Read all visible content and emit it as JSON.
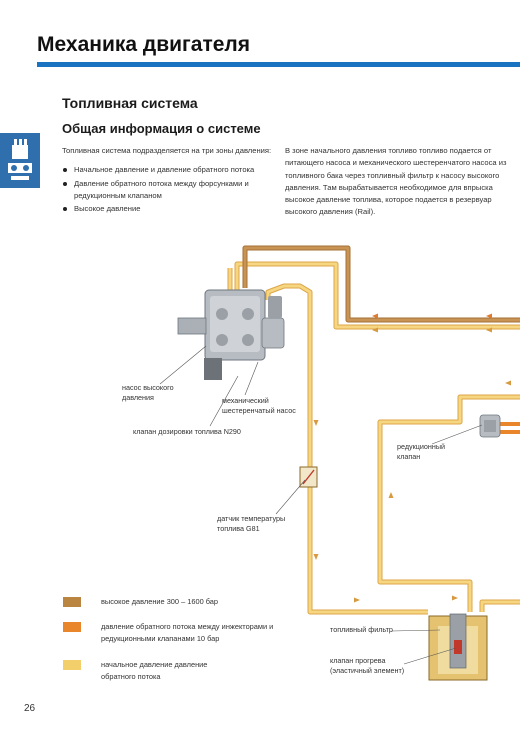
{
  "header": {
    "title": "Механика двигателя"
  },
  "section": {
    "title": "Топливная система",
    "subtitle": "Общая информация о системе"
  },
  "intro": {
    "lead": "Топливная система подразделяется на три зоны давления:",
    "bullets": [
      "Начальное давление и давление обратного потока",
      "Давление обратного потока между форсунками и редукционным клапаном",
      "Высокое давление"
    ]
  },
  "right_text": "В зоне начального давления топливо топливо подается от питающего насоса и механического шестеренчатого насоса из топливного бака через топливный фильтр к насосу высокого давления. Там вырабатывается необходимое для впрыска высокое давление топлива, которое подается в резервуар высокого давления (Rail).",
  "labels": {
    "hp_pump": "насос высокого давления",
    "gear_pump": "механический шестеренчатый насос",
    "metering_valve": "клапан дозировки топлива N290",
    "temp_sensor": "датчик температуры топлива G81",
    "reducer_valve": "редукционный клапан",
    "fuel_filter": "топливный фильтр",
    "warmup_valve": "клапан прогрева (эластичный элемент)"
  },
  "legend": [
    {
      "color": "#b98541",
      "text": "высокое давление 300 – 1600 бар"
    },
    {
      "color": "#e9852a",
      "text": "давление обратного потока между инжекторами и редукционными клапанами 10 бар"
    },
    {
      "color": "#f2cf6a",
      "text": "начальное давление давление обратного потока"
    }
  ],
  "colors": {
    "accent": "#1a73c0",
    "high_pressure": "#b98541",
    "return_pressure": "#e9852a",
    "low_pressure": "#f2cf6a"
  },
  "page_number": "26"
}
